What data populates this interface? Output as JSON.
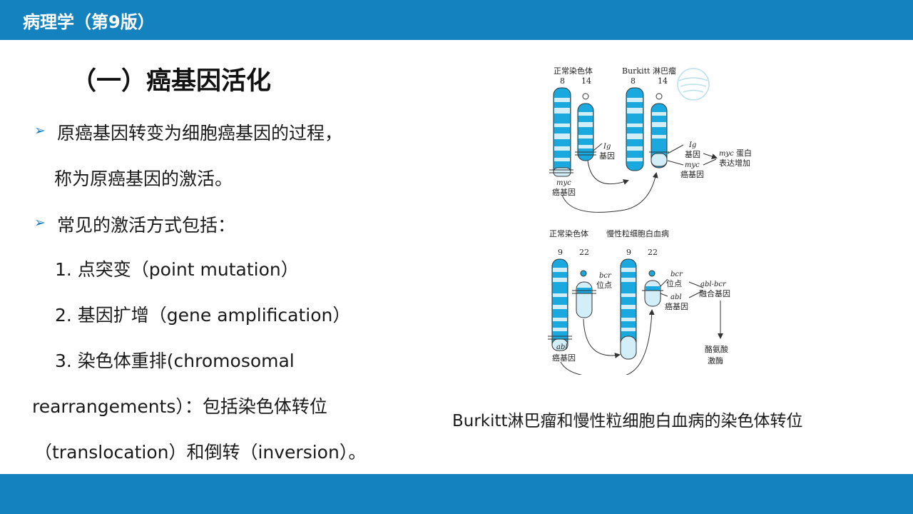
{
  "header": {
    "title": "病理学（第9版）"
  },
  "heading": "（一）癌基因活化",
  "content": {
    "bullet_icon": "arrow-bullet-icon",
    "lines": [
      "原癌基因转变为细胞癌基因的过程，",
      "称为原癌基因的激活。",
      "常见的激活方式包括：",
      "1. 点突变（point mutation）",
      "2. 基因扩增（gene amplification）",
      "3. 染色体重排(chromosomal",
      "rearrangements）：包括染色体转位",
      "（translocation）和倒转（inversion）。"
    ]
  },
  "figure": {
    "top": {
      "normal_label": "正常染色体",
      "burkitt_label": "Burkitt 淋巴瘤",
      "chr8": "8",
      "chr14": "14",
      "ig": "Ig",
      "gene": "基因",
      "myc": "myc",
      "oncogene": "癌基因",
      "protein": "蛋白",
      "increase": "表达增加"
    },
    "bottom": {
      "normal_label": "正常染色体",
      "cml_label": "慢性粒细胞白血病",
      "chr9": "9",
      "chr22": "22",
      "bcr": "bcr",
      "locus": "位点",
      "abl": "abl",
      "oncogene": "癌基因",
      "ablbcr": "abl-bcr",
      "fusion": "融合基因",
      "tyrosine": "酪氨酸",
      "kinase": "激酶"
    },
    "colors": {
      "band": "#1aa9df",
      "light": "#d2eef9",
      "outline": "#333333"
    },
    "caption": "Burkitt淋巴瘤和慢性粒细胞白血病的染色体转位"
  }
}
